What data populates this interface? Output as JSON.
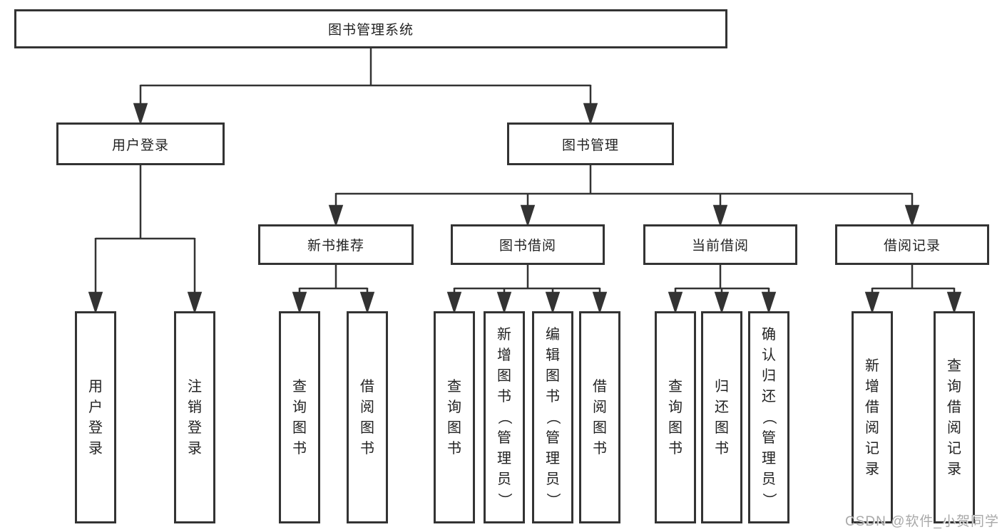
{
  "title": "图书管理系统",
  "level2": {
    "user_login": "用户登录",
    "book_management": "图书管理"
  },
  "level3": {
    "new_book_recommend": "新书推荐",
    "book_borrow": "图书借阅",
    "current_borrow": "当前借阅",
    "borrow_records": "借阅记录"
  },
  "leaves": {
    "g1": [
      "用户登录",
      "注销登录"
    ],
    "g2": [
      "查询图书",
      "借阅图书"
    ],
    "g3": [
      "查询图书",
      "新增图书（管理员）",
      "编辑图书（管理员）",
      "借阅图书"
    ],
    "g4": [
      "查询图书",
      "归还图书",
      "确认归还（管理员）"
    ],
    "g5": [
      "新增借阅记录",
      "查询借阅记录"
    ]
  },
  "watermark": "CSDN @软件_小贺同学",
  "colors": {
    "line": "#333333",
    "box_fill": "#ffffff",
    "text": "#222222",
    "watermark": "#a9a9a9"
  }
}
